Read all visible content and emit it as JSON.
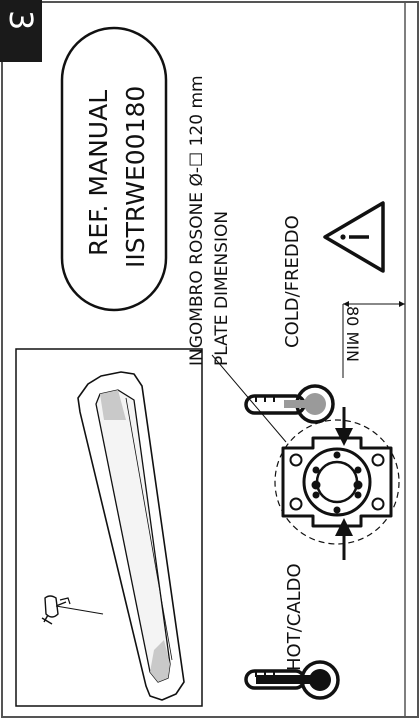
{
  "step": {
    "number": "3"
  },
  "reference": {
    "line1": "REF. MANUAL",
    "line2": "IISTRWE00180"
  },
  "plate": {
    "line1": "INGOMBRO ROSONE Ø-☐ 120 mm",
    "line2": "PLATE DIMENSION"
  },
  "labels": {
    "cold": "COLD/FREDDO",
    "hot": "HOT/CALDO",
    "min": "80 MIN"
  },
  "colors": {
    "ink": "#111111",
    "badge": "#1a1a1a",
    "background": "#ffffff",
    "frame": "#555555"
  },
  "icons": [
    "thermometer-cold-icon",
    "thermometer-hot-icon",
    "warning-triangle-icon",
    "bathtub-illustration",
    "mixer-plate-drawing"
  ]
}
